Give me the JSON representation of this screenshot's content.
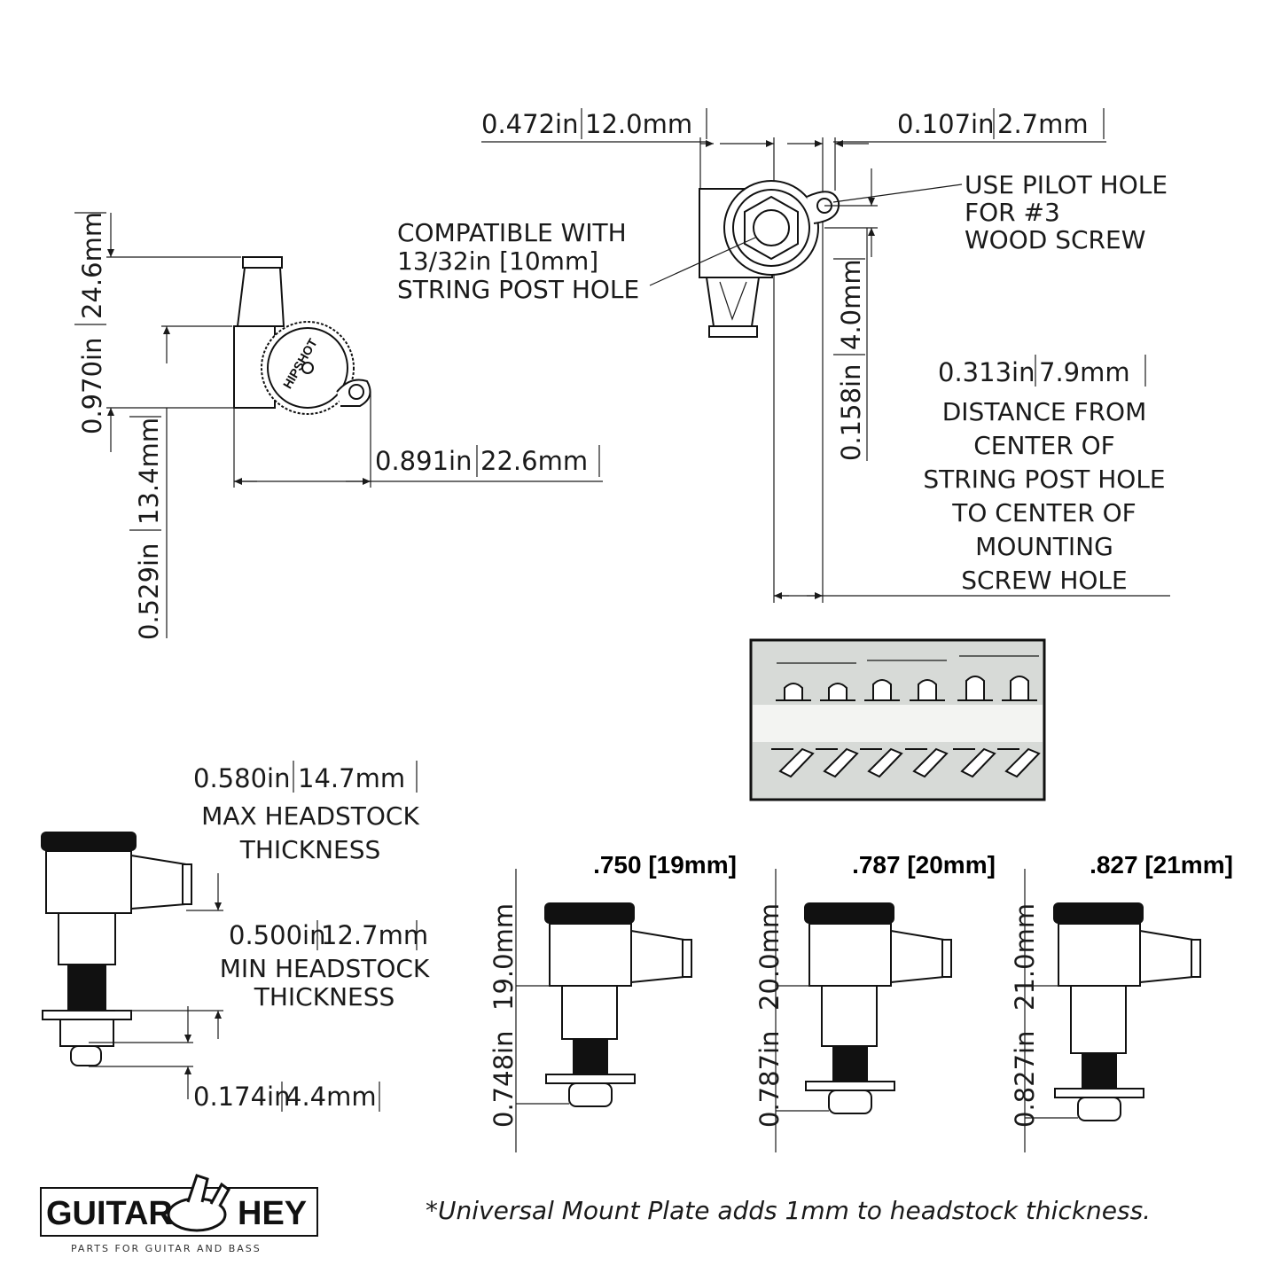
{
  "top_right_view": {
    "dim_width": "0.472in",
    "dim_width_mm": "12.0mm",
    "dim_pilot": "0.107in",
    "dim_pilot_mm": "2.7mm",
    "pilot_note": [
      "USE PILOT HOLE",
      "FOR #3",
      "WOOD SCREW"
    ],
    "compat_note": [
      "COMPATIBLE WITH",
      "13/32in [10mm]",
      "STRING POST HOLE"
    ],
    "dim_vertical": "0.158in",
    "dim_vertical_mm": "4.0mm",
    "dim_distance": "0.313in",
    "dim_distance_mm": "7.9mm",
    "distance_note": [
      "DISTANCE FROM",
      "CENTER OF",
      "STRING POST HOLE",
      "TO CENTER OF",
      "MOUNTING",
      "SCREW HOLE"
    ]
  },
  "top_left_view": {
    "dim_height": "0.970in",
    "dim_height_mm": "24.6mm",
    "dim_lower": "0.529in",
    "dim_lower_mm": "13.4mm",
    "dim_width": "0.891in",
    "dim_width_mm": "22.6mm",
    "knob_text": "HIPSHOT"
  },
  "side_view": {
    "dim_max": "0.580in",
    "dim_max_mm": "14.7mm",
    "max_label": [
      "MAX HEADSTOCK",
      "THICKNESS"
    ],
    "dim_min": "0.500in",
    "dim_min_mm": "12.7mm",
    "min_label": [
      "MIN HEADSTOCK",
      "THICKNESS"
    ],
    "dim_bottom": "0.174in",
    "dim_bottom_mm": "4.4mm"
  },
  "variants": [
    {
      "title": ".750 [19mm]",
      "dim": "0.748in",
      "dim_mm": "19.0mm"
    },
    {
      "title": ".787 [20mm]",
      "dim": "0.787in",
      "dim_mm": "20.0mm"
    },
    {
      "title": ".827 [21mm]",
      "dim": "0.827in",
      "dim_mm": "21.0mm"
    }
  ],
  "logo": {
    "left": "GUITAR",
    "right": "HEY",
    "tagline": "PARTS FOR GUITAR AND BASS"
  },
  "footnote": "*Universal Mount Plate adds 1mm to headstock thickness."
}
